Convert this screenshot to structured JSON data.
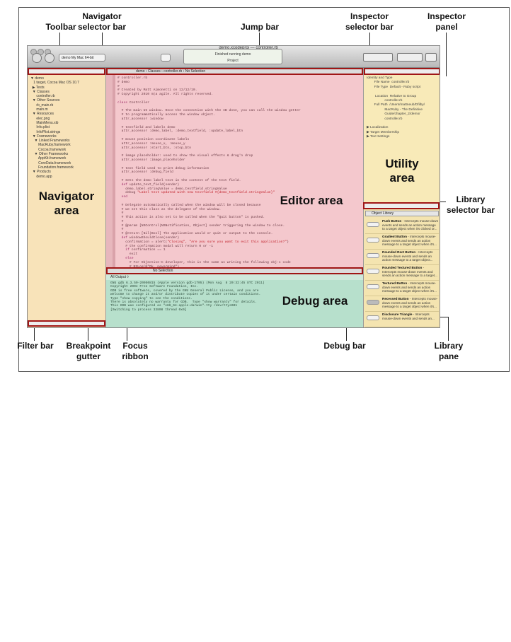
{
  "labels": {
    "toolbar": "Toolbar",
    "navigator_selector_bar_1": "Navigator",
    "navigator_selector_bar_2": "selector bar",
    "jump_bar": "Jump bar",
    "inspector_selector_bar_1": "Inspector",
    "inspector_selector_bar_2": "selector bar",
    "inspector_panel_1": "Inspector",
    "inspector_panel_2": "panel",
    "library_selector_bar_1": "Library",
    "library_selector_bar_2": "selector bar",
    "filter_bar": "Filter bar",
    "breakpoint_gutter_1": "Breakpoint",
    "breakpoint_gutter_2": "gutter",
    "focus_ribbon_1": "Focus",
    "focus_ribbon_2": "ribbon",
    "debug_bar": "Debug bar",
    "library_pane_1": "Library",
    "library_pane_2": "pane"
  },
  "areas": {
    "editor": "Editor area",
    "utility_1": "Utility",
    "utility_2": "area",
    "navigator_1": "Navigator",
    "navigator_2": "area",
    "debug": "Debug area"
  },
  "window": {
    "title": "demo.xcodeproj — controller.rb",
    "scheme": "demo  My Mac 64-bit",
    "activity": "Finished running demo",
    "activity_sub": "Project",
    "jump_path": "demo  ›  Classes  ›  controller.rb  ›  No Selection",
    "debug_bar_text": "No Selection",
    "debug_header": "All Output ◊"
  },
  "navigator_tree": "▼ demo\n   1 target, Cocoa Mac OS 10.7\n  ▶ Tests\n  ▼ Classes\n      controller.rb\n  ▼ Other Sources\n      rb_main.rb\n      main.m\n  ▼ Resources\n      elec.png\n      MainMenu.xib\n      Info.plist\n      InfoPlist.strings\n  ▼ Frameworks\n    ▼ Linked Frameworks\n        MacRuby.framework\n        Cocoa.framework\n    ▼ Other Frameworks\n        AppKit.framework\n        CoreData.framework\n        Foundation.framework\n  ▼ Products\n      demo.app",
  "debug_text": "GNU gdb 6.3.50-20050815 (Apple version gdb-1705) (Mon Aug  8 20:32:45 UTC 2011)\nCopyright 2004 Free Software Foundation, Inc.\nGDB is free software, covered by the GNU General Public License, and you are\nwelcome to change it and/or distribute copies of it under certain conditions.\nType \"show copying\" to see the conditions.\nThere is absolutely no warranty for GDB.  Type \"show warranty\" for details.\nThis GDB was configured as \"x86_64-apple-darwin\".tty /dev/ttys001\n[Switching to process 33808 thread 0x0]",
  "utility_text": "Identity and Type\n        File Name  controller.rb\n        File Type  Default - Ruby script\n\n         Location  Relative to Group\n                   controller.rb\n        Full Path  /Users/mattneub/Dfilby/\n                   MacRuby - The Definitive\n                   Guide/chapter_2/demo/\n                   controller.rb\n\n▶ Localization\n▶ Target Membership\n▶ Text Settings",
  "library_header": "Object Library",
  "library_items": [
    {
      "name": "Push Button",
      "desc": " - Intercepts mouse-down events and sends an action message to a target object when it's clicked or..."
    },
    {
      "name": "Gradient Button",
      "desc": " - Intercepts mouse-down events and sends an action message to a target object when it's..."
    },
    {
      "name": "Rounded Rect Button",
      "desc": " - Intercepts mouse-down events and sends an action message to a target object..."
    },
    {
      "name": "Rounded Textured Button",
      "desc": " - Intercepts mouse-down events and sends an action message to a target..."
    },
    {
      "name": "Textured Button",
      "desc": " - Intercepts mouse-down events and sends an action message to a target object when it's..."
    },
    {
      "name": "Recessed Button",
      "desc": " - Intercepts mouse-down events and sends an action message to a target object when it's..."
    },
    {
      "name": "Disclosure Triangle",
      "desc": " - Intercepts mouse-down events and sends an..."
    }
  ]
}
